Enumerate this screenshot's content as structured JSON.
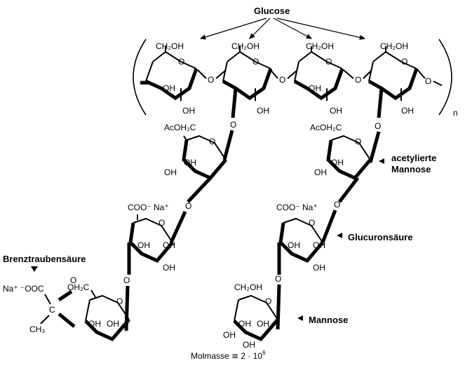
{
  "labels": {
    "glucose": "Glucose",
    "acetylierte_line1": "acetylierte",
    "acetylierte_line2": "Mannose",
    "glucuronsaeure": "Glucuronsäure",
    "mannose": "Mannose",
    "brenztraubensaeure": "Brenztraubensäure",
    "molmasse": "Molmasse ≅ 2 · 10",
    "molmasse_exp": "6",
    "repeat_n": "n"
  },
  "groups": {
    "ch2oh": "CH₂OH",
    "oh": "OH",
    "o": "O",
    "acoh2c": "AcOH₂C",
    "coo": "COO⁻ Na⁺",
    "na_ooc": "Na⁺ ⁻OOC",
    "oh2c": "OH₂C",
    "c": "C",
    "ch3": "CH₃"
  },
  "glucose_units": [
    {
      "id": "glc1"
    },
    {
      "id": "glc2"
    },
    {
      "id": "glc3"
    },
    {
      "id": "glc4"
    }
  ],
  "colors": {
    "ink": "#000000",
    "background": "#ffffff"
  }
}
